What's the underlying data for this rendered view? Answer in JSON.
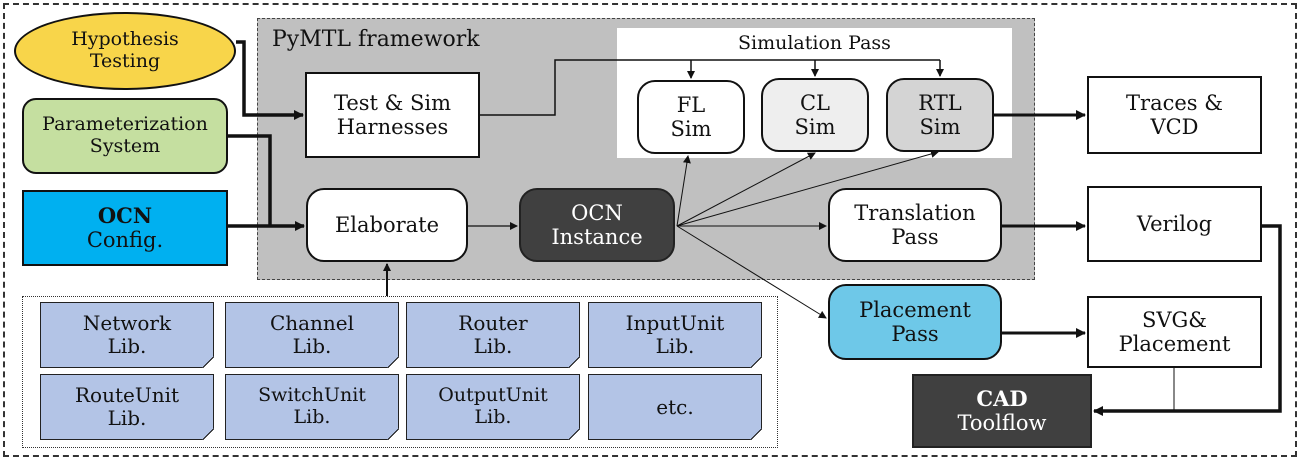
{
  "framework_label": "PyMTL framework",
  "simulation_pass_label": "Simulation Pass",
  "inputs": {
    "hypothesis": [
      "Hypothesis",
      "Testing"
    ],
    "parameterization": [
      "Parameterization",
      "System"
    ],
    "ocn_config": [
      "OCN",
      "Config."
    ]
  },
  "nodes": {
    "test_sim": [
      "Test & Sim",
      "Harnesses"
    ],
    "fl_sim": [
      "FL",
      "Sim"
    ],
    "cl_sim": [
      "CL",
      "Sim"
    ],
    "rtl_sim": [
      "RTL",
      "Sim"
    ],
    "elaborate": "Elaborate",
    "ocn_instance": [
      "OCN",
      "Instance"
    ],
    "translation": [
      "Translation",
      "Pass"
    ],
    "placement": [
      "Placement",
      "Pass"
    ],
    "traces": [
      "Traces &",
      "VCD"
    ],
    "verilog": "Verilog",
    "svg": [
      "SVG&",
      "Placement"
    ],
    "cad": [
      "CAD",
      "Toolflow"
    ]
  },
  "libraries": [
    [
      "Network",
      "Lib."
    ],
    [
      "Channel",
      "Lib."
    ],
    [
      "Router",
      "Lib."
    ],
    [
      "InputUnit",
      "Lib."
    ],
    [
      "RouteUnit",
      "Lib."
    ],
    [
      "SwitchUnit",
      "Lib."
    ],
    [
      "OutputUnit",
      "Lib."
    ],
    [
      "etc."
    ]
  ],
  "colors": {
    "hypothesis_fill": "#f8d54a",
    "parameterization_fill": "#c5dfa0",
    "ocn_config_fill": "#00b0f0",
    "framework_fill": "#c0c0c0",
    "library_fill": "#b3c4e6",
    "placement_fill": "#6ec8e8",
    "dark_fill": "#404040",
    "cl_fill": "#eeeeee",
    "rtl_fill": "#d4d4d4"
  }
}
